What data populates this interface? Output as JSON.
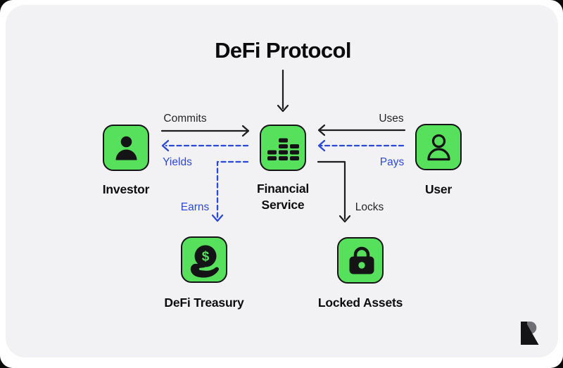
{
  "title": "DeFi Protocol",
  "colors": {
    "node_green": "#57e05c",
    "dashed_blue": "#2b49d9",
    "solid_arrow": "#1d1d20",
    "card_bg": "#f2f2f4",
    "page_bg": "#ffffff"
  },
  "nodes": [
    {
      "id": "investor",
      "label": "Investor",
      "icon": "person-filled-icon"
    },
    {
      "id": "financial-service",
      "label": "Financial Service",
      "icon": "equalizer-icon"
    },
    {
      "id": "user",
      "label": "User",
      "icon": "person-outline-icon"
    },
    {
      "id": "defi-treasury",
      "label": "DeFi Treasury",
      "icon": "hand-holding-dollar-icon"
    },
    {
      "id": "locked-assets",
      "label": "Locked Assets",
      "icon": "padlock-icon"
    }
  ],
  "treasury_dollar": "$",
  "edges": [
    {
      "label": "Commits",
      "from": "Investor",
      "to": "Financial Service",
      "style": "solid"
    },
    {
      "label": "Yields",
      "from": "Financial Service",
      "to": "Investor",
      "style": "dashed"
    },
    {
      "label": "Uses",
      "from": "User",
      "to": "Financial Service",
      "style": "solid"
    },
    {
      "label": "Pays",
      "from": "User",
      "to": "Financial Service",
      "style": "dashed"
    },
    {
      "label": "Earns",
      "from": "Financial Service",
      "to": "DeFi Treasury",
      "style": "dashed"
    },
    {
      "label": "Locks",
      "from": "Financial Service",
      "to": "Locked Assets",
      "style": "solid"
    }
  ]
}
